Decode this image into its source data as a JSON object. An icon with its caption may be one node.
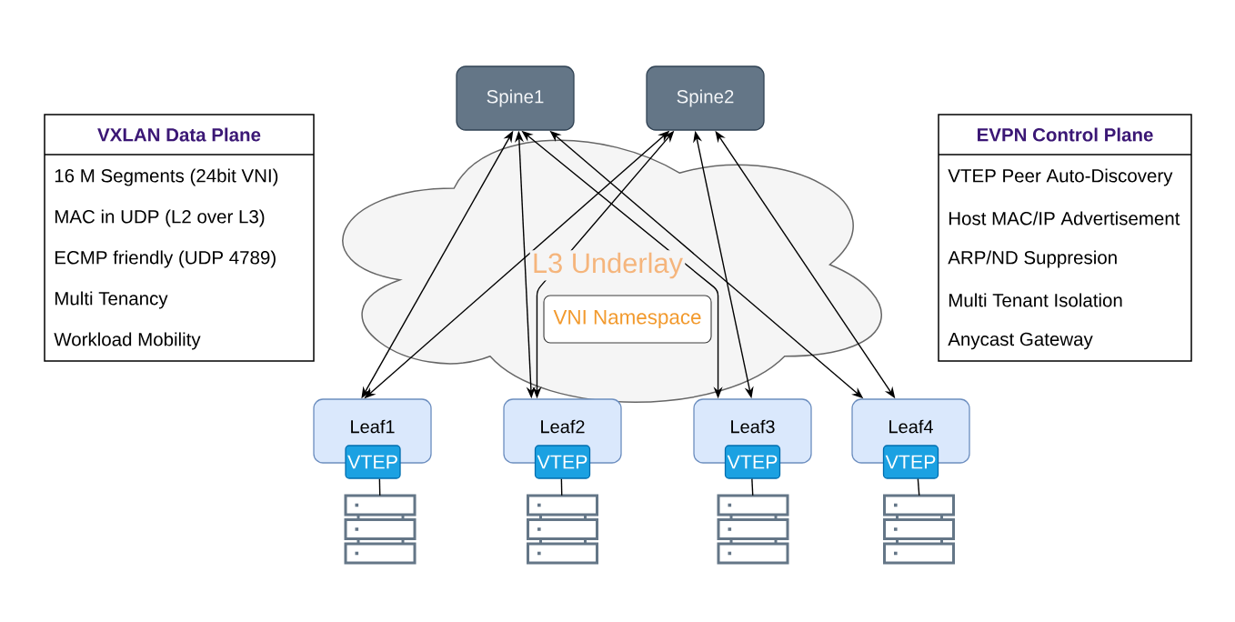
{
  "diagram": {
    "nodes": [
      {
        "text": [
          "Spine1"
        ]
      },
      {
        "text": [
          "Spine2"
        ]
      },
      {
        "text": [
          "VXLAN Data Plane",
          "16 M Segments (24bit VNI)",
          "MAC in UDP (L2 over L3)",
          "ECMP friendly (UDP 4789)",
          "Multi Tenancy",
          "Workload Mobility"
        ]
      },
      {
        "text": [
          "EVPN Control Plane",
          "VTEP Peer Auto-Discovery",
          "Host MAC/IP Advertisement",
          "ARP/ND Suppresion",
          "Multi Tenant Isolation",
          "Anycast Gateway"
        ]
      },
      {
        "text": [
          "L3 Underlay"
        ]
      },
      {
        "text": [
          "VNI Namespace"
        ],
        "in": 4
      },
      {
        "text": [
          "Leaf1"
        ]
      },
      {
        "text": [
          "VTEP"
        ]
      },
      {
        "text": [
          "Leaf2"
        ]
      },
      {
        "text": [
          "VTEP"
        ]
      },
      {
        "text": [
          "Leaf3"
        ]
      },
      {
        "text": [
          "VTEP"
        ]
      },
      {
        "text": [
          "Leaf4"
        ]
      },
      {
        "text": [
          "VTEP"
        ]
      },
      {
        "text": [],
        "shape": "picture"
      },
      {
        "text": [],
        "shape": "picture"
      },
      {
        "text": [],
        "shape": "picture"
      },
      {
        "text": [],
        "shape": "picture"
      }
    ],
    "edges": [
      {
        "from": 0,
        "to": 6,
        "arrow": "both"
      },
      {
        "from": 0,
        "to": 8,
        "arrow": "both"
      },
      {
        "from": 0,
        "to": 10,
        "arrow": "both"
      },
      {
        "from": 0,
        "to": 12,
        "arrow": "both"
      },
      {
        "from": 1,
        "to": 6,
        "arrow": "both"
      },
      {
        "from": 1,
        "to": 8,
        "arrow": "both"
      },
      {
        "from": 1,
        "to": 10,
        "arrow": "both"
      },
      {
        "from": 1,
        "to": 12,
        "arrow": "both"
      },
      {
        "from": 7,
        "to": 14,
        "arrow": "none"
      },
      {
        "from": 9,
        "to": 15,
        "arrow": "none"
      },
      {
        "from": 11,
        "to": 16,
        "arrow": "none"
      },
      {
        "from": 13,
        "to": 17,
        "arrow": "none"
      }
    ]
  }
}
